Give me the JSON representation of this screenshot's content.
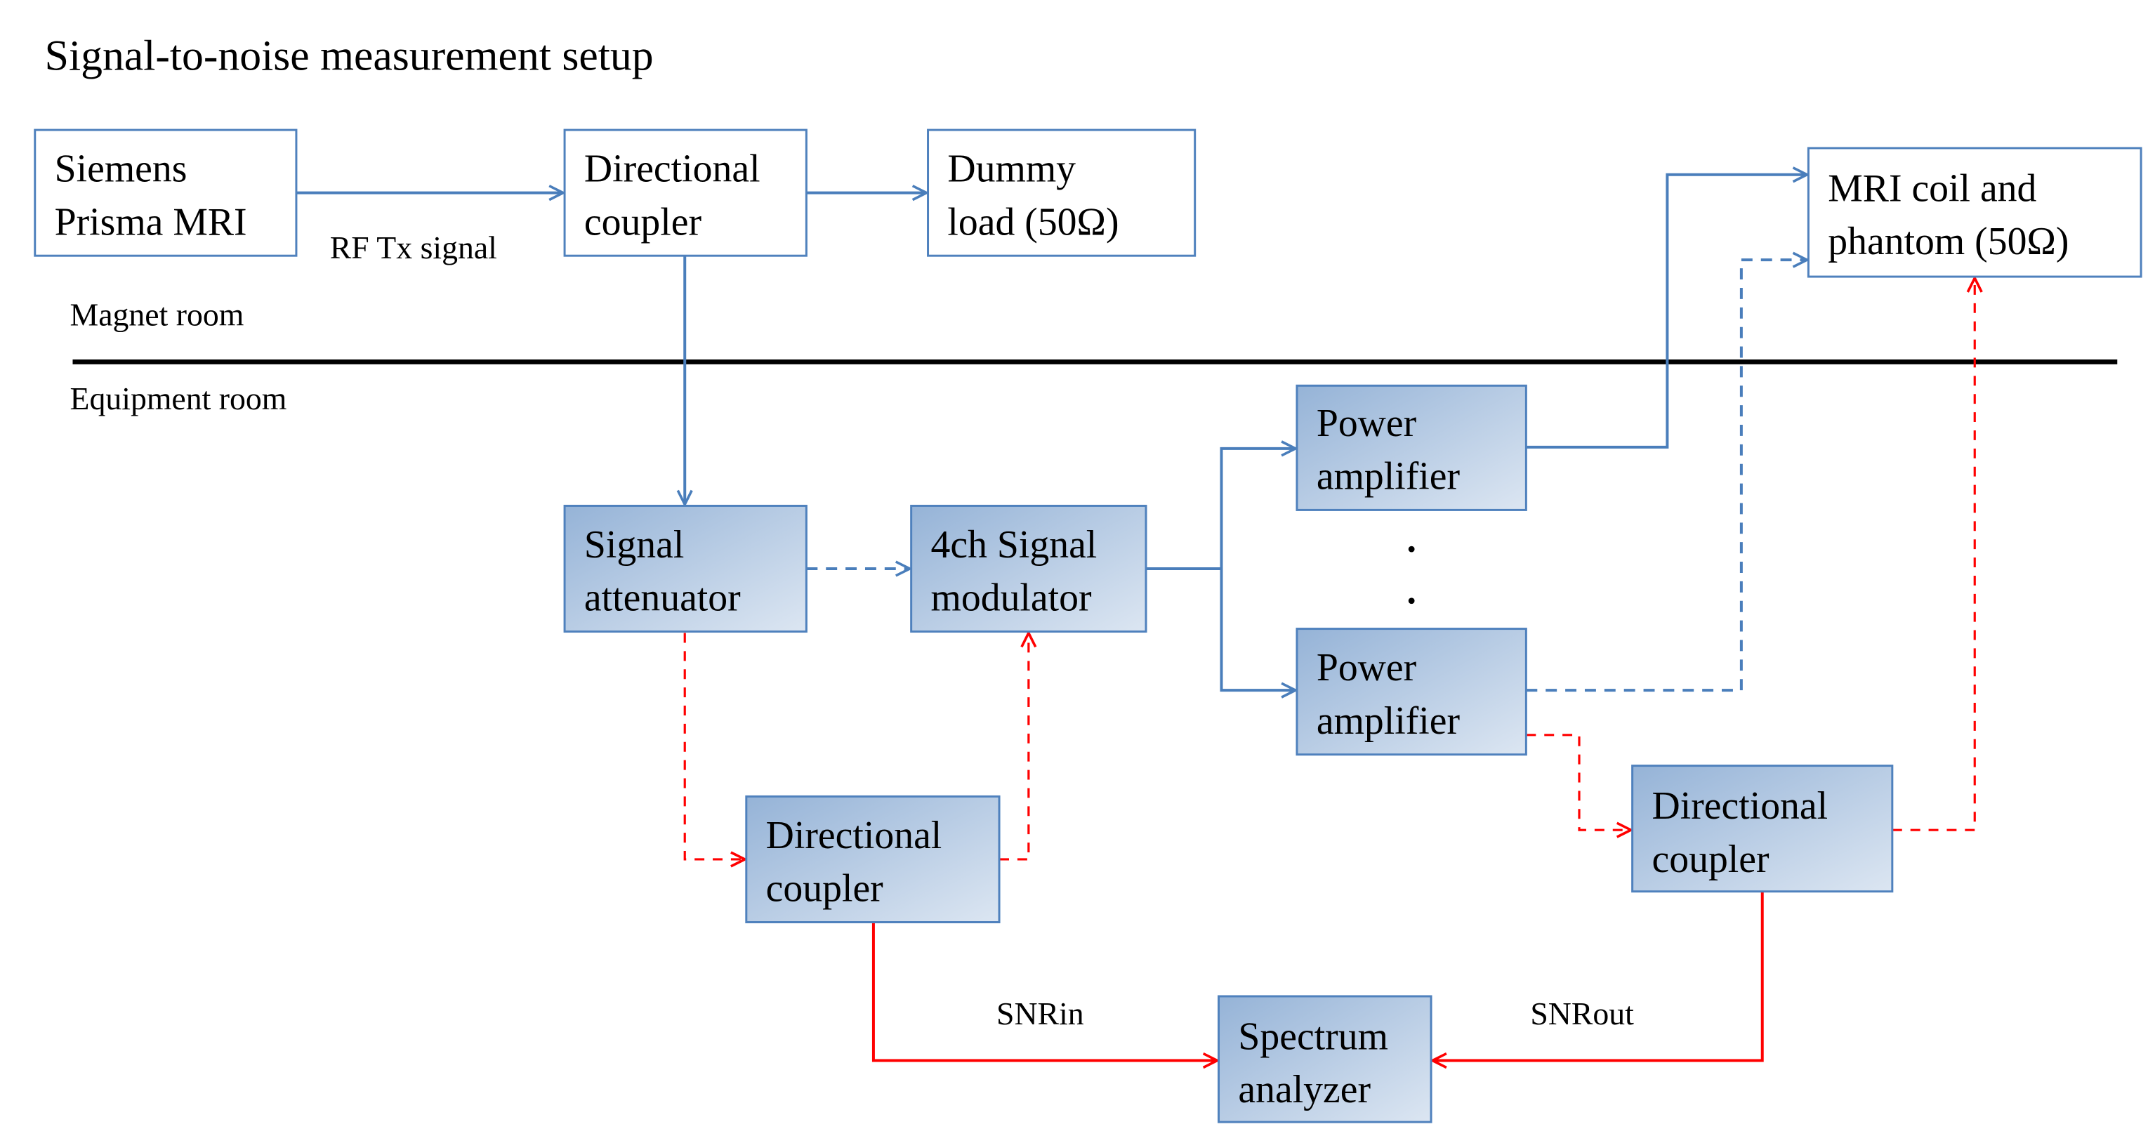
{
  "title": "Signal-to-noise measurement setup",
  "zones": {
    "magnet_room": "Magnet room",
    "equipment_room": "Equipment room"
  },
  "boxes": {
    "siemens": [
      "Siemens",
      "Prisma MRI"
    ],
    "dc_top": [
      "Directional",
      "coupler"
    ],
    "dummy": [
      "Dummy",
      "load (50Ω)"
    ],
    "mri_coil": [
      "MRI coil and",
      "phantom (50Ω)"
    ],
    "attenuator": [
      "Signal",
      "attenuator"
    ],
    "modulator": [
      "4ch Signal",
      "modulator"
    ],
    "pa1": [
      "Power",
      "amplifier"
    ],
    "pa2": [
      "Power",
      "amplifier"
    ],
    "dc_left": [
      "Directional",
      "coupler"
    ],
    "dc_right": [
      "Directional",
      "coupler"
    ],
    "spectrum": [
      "Spectrum",
      "analyzer"
    ]
  },
  "edge_labels": {
    "rf_tx": "RF Tx signal",
    "snr_in": "SNRin",
    "snr_out": "SNRout"
  },
  "ellipsis": [
    "·",
    "·"
  ],
  "colors": {
    "box_border": "#4f81bd",
    "box_gradient_start": "#95b3d7",
    "box_gradient_end": "#dce6f2",
    "blue_connector": "#4a7ebb",
    "red_connector": "#ff0000",
    "divider": "#000000"
  }
}
